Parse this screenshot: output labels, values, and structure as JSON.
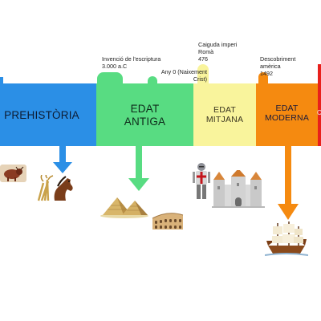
{
  "eras": [
    {
      "key": "prehistoria",
      "label_lines": [
        "PREHISTÒRIA"
      ],
      "color": "#2b8fe6"
    },
    {
      "key": "antiga",
      "label_lines": [
        "EDAT",
        "ANTIGA"
      ],
      "color": "#58dc82"
    },
    {
      "key": "mitjana",
      "label_lines": [
        "EDAT",
        "MITJANA"
      ],
      "color": "#f9f49c"
    },
    {
      "key": "moderna",
      "label_lines": [
        "EDAT",
        "MODERNA"
      ],
      "color": "#f58a10"
    },
    {
      "key": "contemporania",
      "label_lines": [
        "C"
      ],
      "color": "#e8201c"
    }
  ],
  "events": {
    "writing": [
      "Invenció de l'escriptura",
      "3.000 a.C"
    ],
    "year_zero": [
      "Any 0 (Naixement",
      "Crist)"
    ],
    "rome": [
      "Caiguda imperi",
      "Romà",
      "476"
    ],
    "america": [
      "Descobriment",
      "amèrica",
      "1492"
    ]
  },
  "colors": {
    "prehistoria_arrow": "#2b8fe6",
    "antiga_arrow": "#58dc82",
    "moderna_arrow": "#f58a10"
  },
  "illustrations": [
    "bison-cave-painting",
    "horse-and-wheat",
    "pyramids",
    "colosseum",
    "knight",
    "castle",
    "galleon"
  ]
}
